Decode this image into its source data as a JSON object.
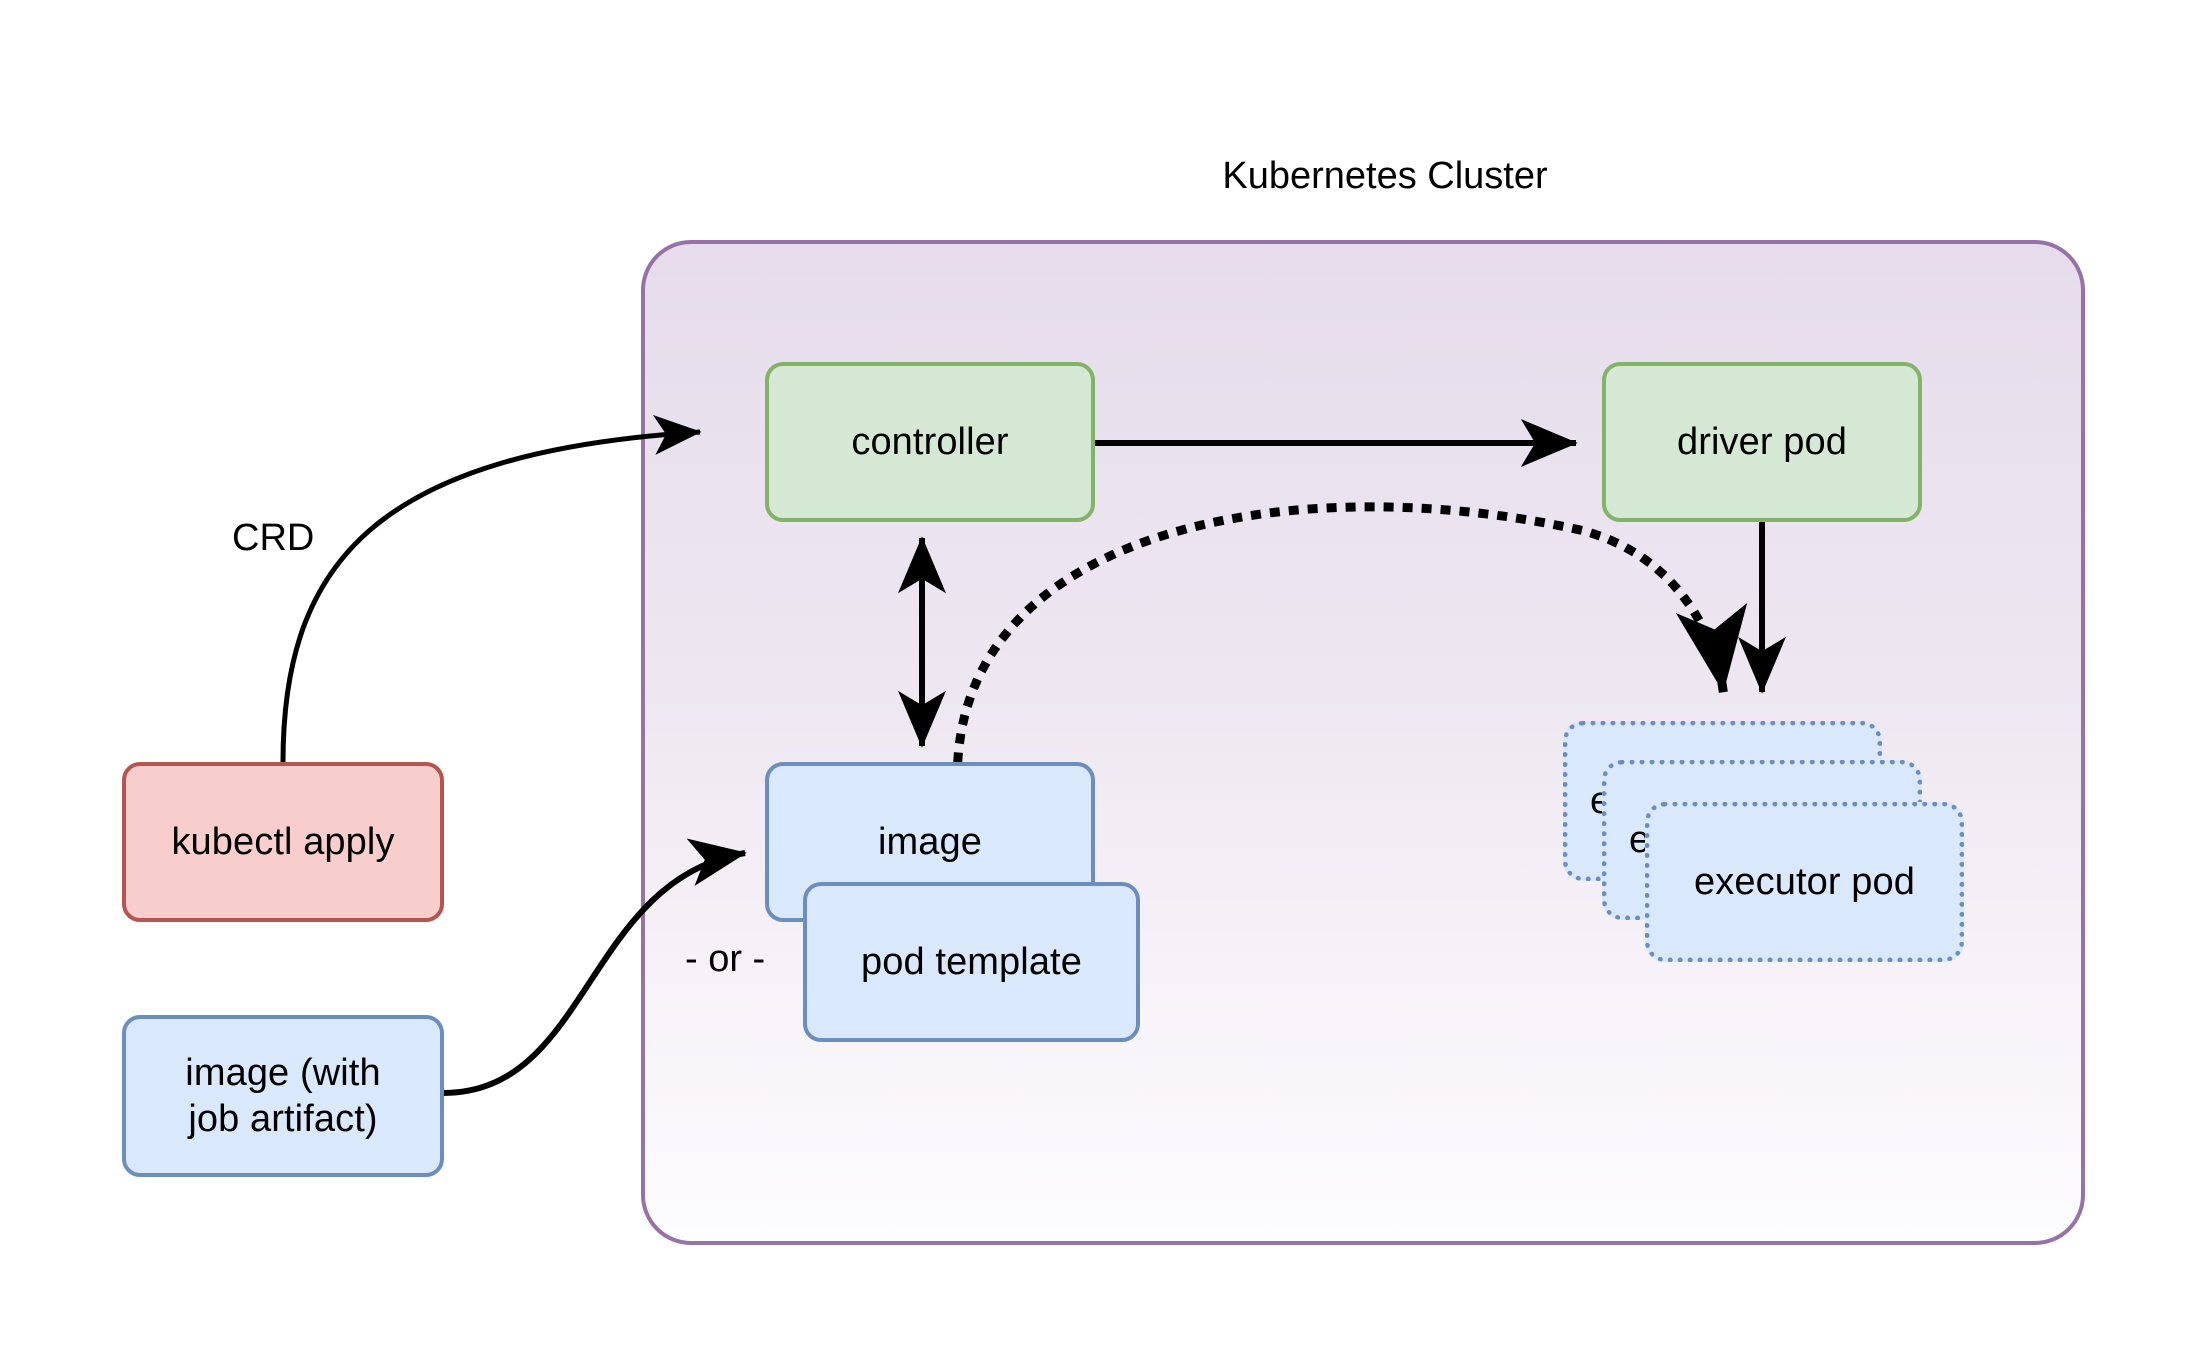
{
  "diagram": {
    "title": "Kubernetes Cluster",
    "cluster_border_color": "#9673a6",
    "cluster_fill_top": "#e6dcec",
    "cluster_fill_bottom": "#fdfcfe"
  },
  "nodes": {
    "kubectl_apply": {
      "label": "kubectl apply",
      "fill": "#f8cecc",
      "stroke": "#b85450",
      "style": "solid"
    },
    "image_with_job_artifact": {
      "label": "image (with\njob artifact)",
      "line1": "image (with",
      "line2": "job artifact)",
      "fill": "#dae8fc",
      "stroke": "#6c8ebf",
      "style": "solid"
    },
    "controller": {
      "label": "controller",
      "fill": "#d5e8d4",
      "stroke": "#82b366",
      "style": "solid"
    },
    "driver_pod": {
      "label": "driver pod",
      "fill": "#d5e8d4",
      "stroke": "#82b366",
      "style": "solid"
    },
    "image": {
      "label": "image",
      "fill": "#dae8fc",
      "stroke": "#6c8ebf",
      "style": "solid"
    },
    "pod_template": {
      "label": "pod template",
      "fill": "#dae8fc",
      "stroke": "#6c8ebf",
      "style": "solid"
    },
    "executor_pod_back": {
      "label": "executor pod",
      "visible_text": "e",
      "fill": "#dae8fc",
      "stroke": "#6c8ebf",
      "style": "dotted"
    },
    "executor_pod_middle": {
      "label": "executor pod",
      "visible_text": "e",
      "fill": "#dae8fc",
      "stroke": "#6c8ebf",
      "style": "dotted"
    },
    "executor_pod_front": {
      "label": "executor pod",
      "visible_text": "executor pod",
      "fill": "#dae8fc",
      "stroke": "#6c8ebf",
      "style": "dotted"
    }
  },
  "labels": {
    "crd": "CRD",
    "or": "- or -"
  },
  "edges": [
    {
      "id": "kubectl-to-controller",
      "from": "kubectl_apply",
      "to": "controller",
      "label": "CRD",
      "style": "solid-curve",
      "arrow": "end"
    },
    {
      "id": "controller-to-driver",
      "from": "controller",
      "to": "driver_pod",
      "label": "",
      "style": "solid-straight",
      "arrow": "end"
    },
    {
      "id": "controller-image-bidirectional",
      "from": "controller",
      "to": "image",
      "label": "",
      "style": "solid-straight",
      "arrow": "both"
    },
    {
      "id": "image-to-executor",
      "from": "image",
      "to": "executor_pod_back",
      "label": "",
      "style": "dotted-curve",
      "arrow": "end"
    },
    {
      "id": "driver-to-executor",
      "from": "driver_pod",
      "to": "executor_pod_back",
      "label": "",
      "style": "solid-straight",
      "arrow": "end"
    },
    {
      "id": "jobimage-to-image",
      "from": "image_with_job_artifact",
      "to": "image",
      "label": "",
      "style": "solid-curve",
      "arrow": "end"
    }
  ]
}
